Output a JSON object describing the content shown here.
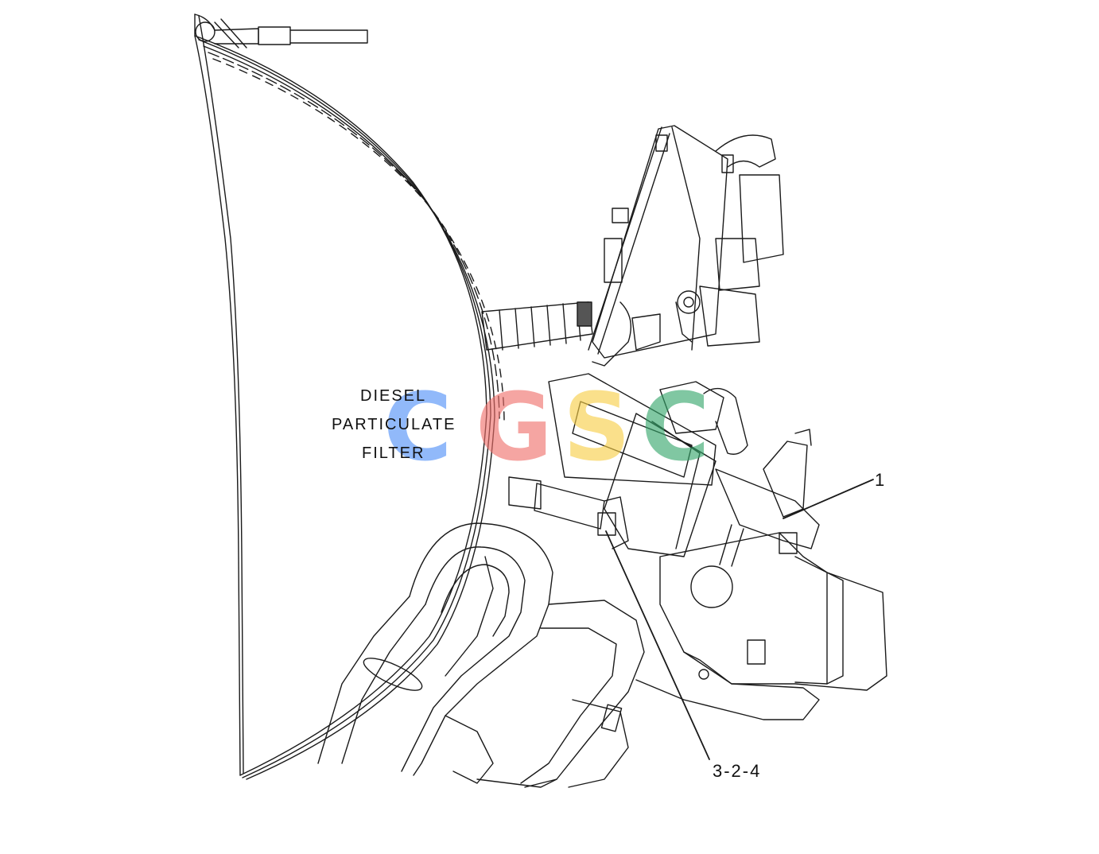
{
  "diagram": {
    "filter_label": [
      "DIESEL",
      "PARTICULATE",
      "FILTER"
    ],
    "callout_1": "1",
    "callout_2": "3-2-4"
  },
  "watermark": {
    "letters": [
      "C",
      "G",
      "S",
      "C"
    ],
    "colors": [
      "#4f8ff7",
      "#ef6f6a",
      "#f7ce45",
      "#34a66a"
    ]
  }
}
